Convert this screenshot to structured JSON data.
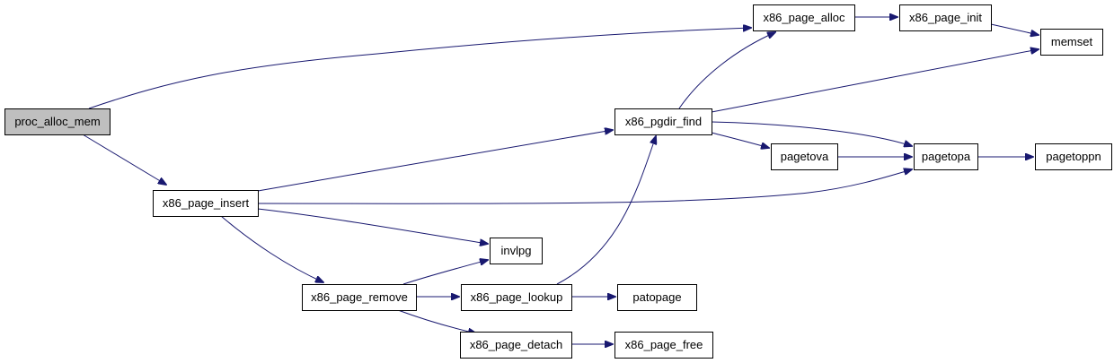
{
  "diagram": {
    "edge_color": "#191970",
    "root_fill": "#bfbfbf",
    "nodes": [
      {
        "id": "proc_alloc_mem",
        "label": "proc_alloc_mem",
        "root": true
      },
      {
        "id": "x86_page_alloc",
        "label": "x86_page_alloc"
      },
      {
        "id": "x86_page_init",
        "label": "x86_page_init"
      },
      {
        "id": "memset",
        "label": "memset"
      },
      {
        "id": "x86_pgdir_find",
        "label": "x86_pgdir_find"
      },
      {
        "id": "pagetova",
        "label": "pagetova"
      },
      {
        "id": "pagetopa",
        "label": "pagetopa"
      },
      {
        "id": "pagetoppn",
        "label": "pagetoppn"
      },
      {
        "id": "x86_page_insert",
        "label": "x86_page_insert"
      },
      {
        "id": "invlpg",
        "label": "invlpg"
      },
      {
        "id": "x86_page_remove",
        "label": "x86_page_remove"
      },
      {
        "id": "x86_page_lookup",
        "label": "x86_page_lookup"
      },
      {
        "id": "patopage",
        "label": "patopage"
      },
      {
        "id": "x86_page_detach",
        "label": "x86_page_detach"
      },
      {
        "id": "x86_page_free",
        "label": "x86_page_free"
      }
    ],
    "edges": [
      {
        "from": "proc_alloc_mem",
        "to": "x86_page_alloc"
      },
      {
        "from": "proc_alloc_mem",
        "to": "x86_page_insert"
      },
      {
        "from": "x86_page_alloc",
        "to": "x86_page_init"
      },
      {
        "from": "x86_page_init",
        "to": "memset"
      },
      {
        "from": "x86_pgdir_find",
        "to": "x86_page_alloc"
      },
      {
        "from": "x86_pgdir_find",
        "to": "memset"
      },
      {
        "from": "x86_pgdir_find",
        "to": "pagetopa"
      },
      {
        "from": "x86_pgdir_find",
        "to": "pagetova"
      },
      {
        "from": "pagetova",
        "to": "pagetopa"
      },
      {
        "from": "pagetopa",
        "to": "pagetoppn"
      },
      {
        "from": "x86_page_insert",
        "to": "x86_pgdir_find"
      },
      {
        "from": "x86_page_insert",
        "to": "pagetopa"
      },
      {
        "from": "x86_page_insert",
        "to": "invlpg"
      },
      {
        "from": "x86_page_insert",
        "to": "x86_page_remove"
      },
      {
        "from": "x86_page_remove",
        "to": "invlpg"
      },
      {
        "from": "x86_page_remove",
        "to": "x86_page_lookup"
      },
      {
        "from": "x86_page_remove",
        "to": "x86_page_detach"
      },
      {
        "from": "x86_page_lookup",
        "to": "x86_pgdir_find"
      },
      {
        "from": "x86_page_lookup",
        "to": "patopage"
      },
      {
        "from": "x86_page_detach",
        "to": "x86_page_free"
      }
    ]
  }
}
